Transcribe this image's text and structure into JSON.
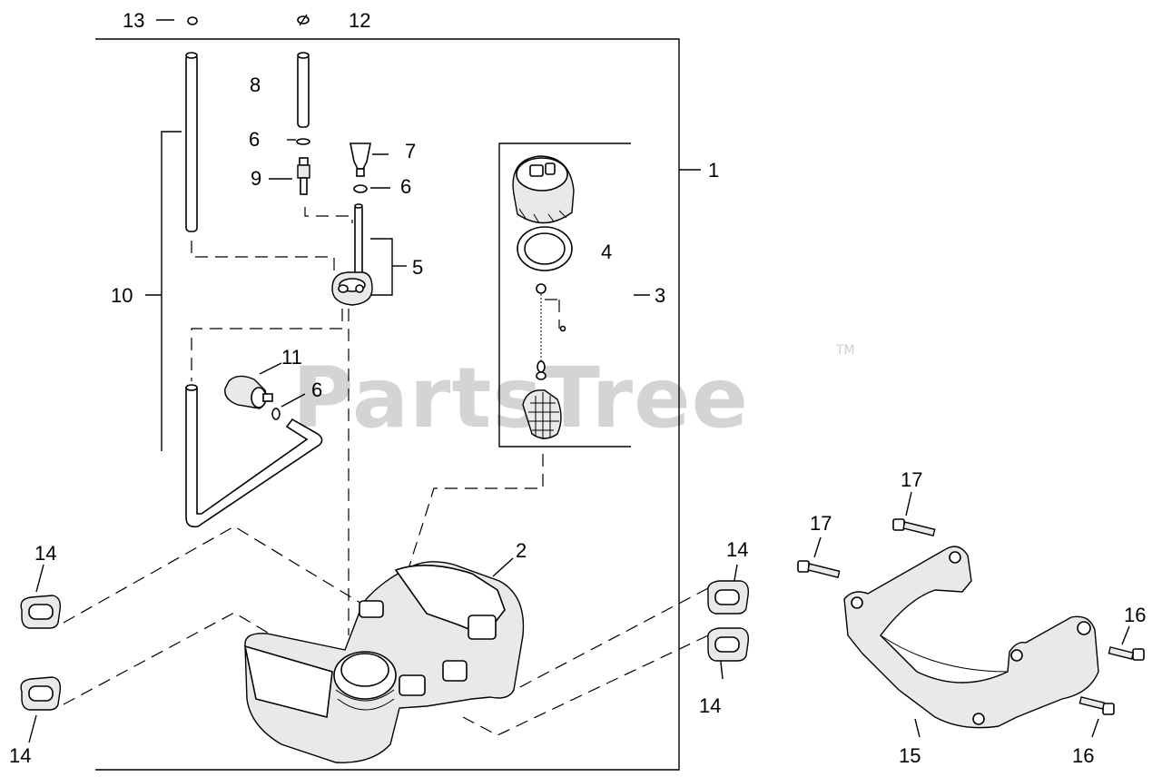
{
  "watermark": {
    "text": "PartsTree",
    "trademark": "TM"
  },
  "callouts": {
    "c1": "1",
    "c2": "2",
    "c3": "3",
    "c4": "4",
    "c5": "5",
    "c6a": "6",
    "c6b": "6",
    "c6c": "6",
    "c7": "7",
    "c8": "8",
    "c9": "9",
    "c10": "10",
    "c11": "11",
    "c12": "12",
    "c13": "13",
    "c14a": "14",
    "c14b": "14",
    "c14c": "14",
    "c14d": "14",
    "c15": "15",
    "c16a": "16",
    "c16b": "16",
    "c17a": "17",
    "c17b": "17"
  }
}
